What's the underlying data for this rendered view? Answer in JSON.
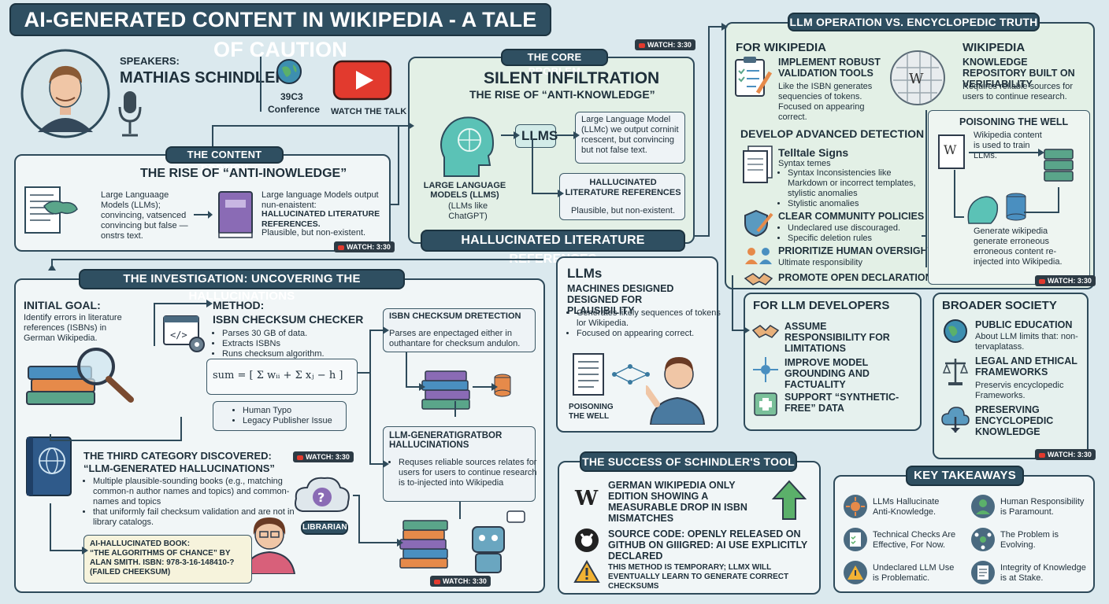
{
  "title": "AI-GENERATED CONTENT IN WIKIPEDIA - A TALE OF CAUTION",
  "speakers": {
    "label": "SPEAKERS:",
    "name": "MATHIAS SCHINDLER"
  },
  "conference": {
    "line1": "39C3",
    "line2": "Conference"
  },
  "watch_talk": "WATCH THE TALK",
  "watch_badge": "WATCH: 3:30",
  "content_portion": {
    "banner": "THE CONTENT PORTIOV",
    "heading": "THE RISE OF “ANTI-INOWLEDGE”",
    "left_text": "Large Languaage Models (LLMs); convincing, vatsenced convincing but false — onstrs text.",
    "right_text1": "Large language Models output nun-enaistent:",
    "right_bold": "HALLUCINATED LITERATURE REFERENCES.",
    "right_text2": "Plausible, but non-existent."
  },
  "core_problem": {
    "banner": "THE CORE PROBLEM",
    "heading1": "SILENT INFILTRATION",
    "heading2": "THE RISE OF “ANTI-KNOWLEDGE”",
    "llm_caption": "LARGE LANGUAGE MODELS (LLMS)",
    "llm_sub": "(LLMs like ChatGPT)",
    "llms_node": "LLMs",
    "box1": "Large Language Model (LLMc) we output corninit rcescent, but convincing but not false text.",
    "box2_title": "HALLUCINATED LITERATURE REFERENCES",
    "box2_text": "Plausible, but non-existent.",
    "bottom_banner": "HALLUCINATED LITERATURE REFERENCES"
  },
  "investigation": {
    "banner": "THE INVESTIGATION: UNCOVERING THE HALLUCINATIONS",
    "initial_goal_title": "INITIAL GOAL:",
    "initial_goal_text": "Identify errors in literature references (ISBNs) in German Wikipedia.",
    "method_title": "METHOD:",
    "method_sub": "ISBN CHECKSUM CHECKER",
    "method_items": [
      "Parses 30 GB of data.",
      "Extracts ISBNs",
      "Runs checksum algorithm."
    ],
    "formula": "sum = [ Σ wᵢᵢ + Σ xⱼ − h ]",
    "typo_items": [
      "Human Typo",
      "Legacy Publisher Issue"
    ],
    "third_title": "THE THIRD CATEGORY DISCOVERED:",
    "third_sub": "“LLM-GENERATED HALLUCINATIONS”",
    "third_items": [
      "Multiple plausible-sounding books (e.g., matching common-n author names and topics) and common- names and topics",
      "that uniformly fail checksum validation and are not in library catalogs."
    ],
    "librarian": "LIBRARIAN",
    "book_title": "AI-HALLUCINATED BOOK:",
    "book_text": "“THE ALGORITHMS OF CHANCE” BY ALAN SMITH. ISBN: 978-3-16-148410-? (FAILED CHEEKSUM)",
    "detection_title": "ISBN CHECKSUM DRETECTION",
    "detection_text": "Parses are enpectaged either in outhantare for checksum andulon.",
    "llmgen_title": "LLM-GENERATIGRATBOR HALLUCINATIONS",
    "llmgen_items": [
      "Requses reliable sources relates for users for users to continue research is to-injected into Wikipedia"
    ]
  },
  "llms_panel": {
    "title": "LLMs",
    "subtitle": "MACHINES DESIGNED DESIGNED FOR PLAUSIBILITY",
    "items": [
      "Generates likely sequences of tokens lor Wikipedia.",
      "Focused on appearing correct."
    ],
    "caption": "POISONING THE WELL"
  },
  "llm_operation": {
    "banner": "LLM OPERATION VS. ENCYCLOPEDIC TRUTH",
    "for_wikipedia": "FOR WIKIPEDIA",
    "tools_title": "IMPLEMENT ROBUST VALIDATION TOOLS",
    "tools_text": "Like the ISBN generates sequencies of tokens. Focused on appearing correct.",
    "wiki_title": "WIKIPEDIA",
    "wiki_sub": "KNOWLEDGE REPOSITORY BUILT ON VERIFIABILITY",
    "wiki_text": "Requires reliable sources for users to continue research.",
    "detect_title": "DEVELOP ADVANCED DETECTION",
    "telltale_title": "Telltale Signs",
    "telltale_sub": "Syntax temes",
    "telltale_items": [
      "Syntax Inconsistencies like Markdown or incorrect templates, stylistic anomalies",
      "Stylistic anomalies"
    ],
    "policies_title": "CLEAR COMMUNITY POLICIES",
    "policies_items": [
      "Undeclared use discouraged.",
      "Specific deletion rules"
    ],
    "oversight_title": "PRIORITIZE HUMAN OVERSIGHT",
    "oversight_text": "Ultimate responsibility",
    "declaration": "PROMOTE OPEN DECLARATION",
    "poison_title": "POISONING THE WELL",
    "poison_text1": "Wikipedia content is used to train LLMs.",
    "poison_text2": "Generate wikipedia generate erroneous erroneous content re-injected into Wikipedia."
  },
  "developers": {
    "title": "FOR LLM DEVELOPERS",
    "items": [
      "ASSUME RESPONSIBILITY FOR LIMITATIONS",
      "IMPROVE MODEL GROUNDING AND FACTUALITY",
      "SUPPORT “SYNTHETIC-FREE” DATA"
    ]
  },
  "society": {
    "title": "BROADER SOCIETY",
    "edu_title": "PUBLIC EDUCATION",
    "edu_text": "About LLM limits that: non-tervaplatass.",
    "legal_title": "LEGAL AND ETHICAL FRAMEWORKS",
    "legal_text": "Preservis encyclopedic Frameworks.",
    "preserve_title": "PRESERVING ENCYCLOPEDIC KNOWLEDGE"
  },
  "success": {
    "banner": "THE SUCCESS OF SCHINDLER'S TOOL",
    "line1": "GERMAN WIKIPEDIA ONLY EDITION SHOWING A MEASURABLE DROP IN ISBN MISMATCHES",
    "line2": "SOURCE CODE: OPENLY RELEASED ON GITHUB ON GIIIGRED: AI USE EXPLICITLY DECLARED",
    "line3": "THIS METHOD IS TEMPORARY; LLMx WILL EVENTUALLY LEARN TO GENERATE CORRECT CHECKSUMS"
  },
  "takeaways": {
    "banner": "KEY TAKEAWAYS",
    "items": [
      "LLMs Hallucinate Anti-Knowledge.",
      "Human Responsibility is Paramount.",
      "Technical Checks Are Effective, For Now.",
      "The Problem is Evolving.",
      "Undeclared LLM Use is Problematic.",
      "Integrity of Knowledge is at Stake."
    ]
  }
}
